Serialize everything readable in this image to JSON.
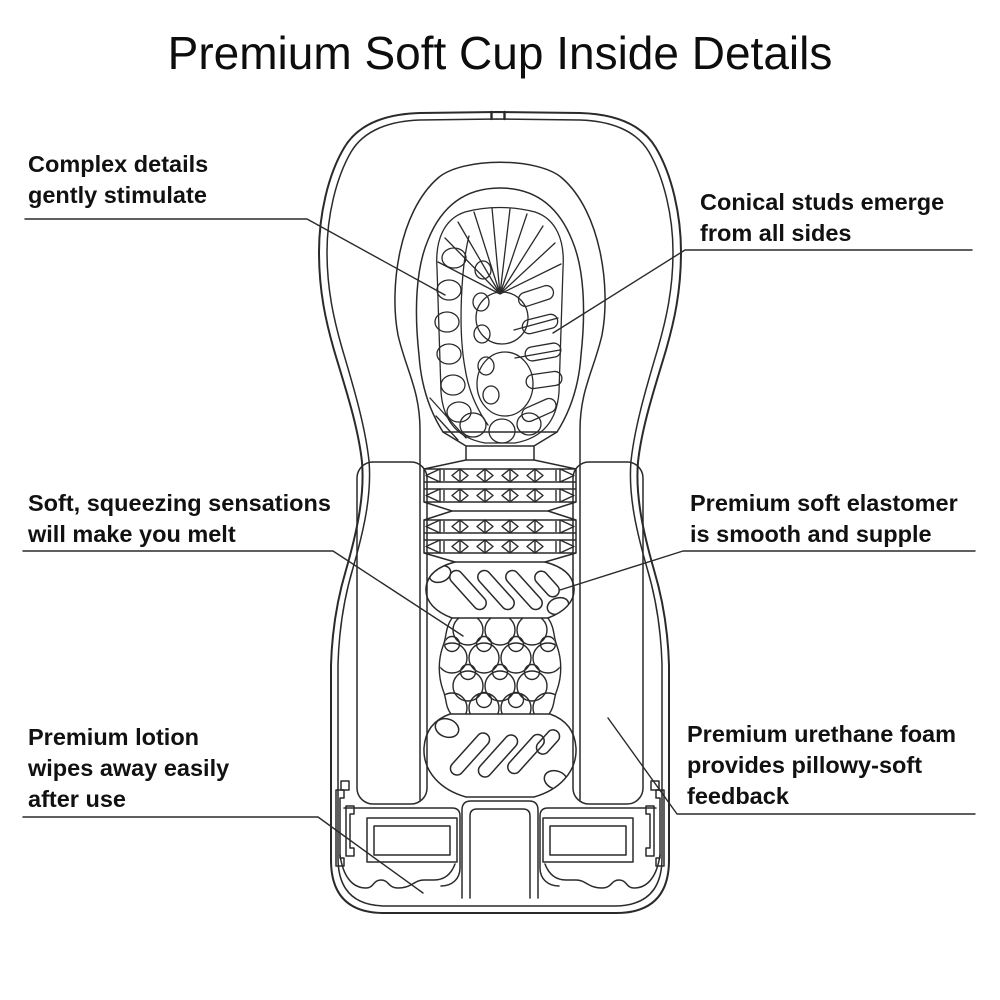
{
  "page": {
    "title": "Premium Soft Cup Inside Details",
    "background_color": "#ffffff",
    "text_color": "#111111",
    "line_color": "#2a2a2a"
  },
  "annotations": [
    {
      "id": "complex-details",
      "lines": [
        "Complex details",
        "gently stimulate"
      ]
    },
    {
      "id": "conical-studs",
      "lines": [
        "Conical studs emerge",
        "from all sides"
      ]
    },
    {
      "id": "soft-squeezing",
      "lines": [
        "Soft, squeezing sensations",
        "will make you melt"
      ]
    },
    {
      "id": "soft-elastomer",
      "lines": [
        "Premium soft elastomer",
        "is smooth and supple"
      ]
    },
    {
      "id": "premium-lotion",
      "lines": [
        "Premium lotion",
        "wipes away easily",
        "after use"
      ]
    },
    {
      "id": "urethane-foam",
      "lines": [
        "Premium urethane foam",
        "provides pillowy-soft",
        "feedback"
      ]
    }
  ]
}
